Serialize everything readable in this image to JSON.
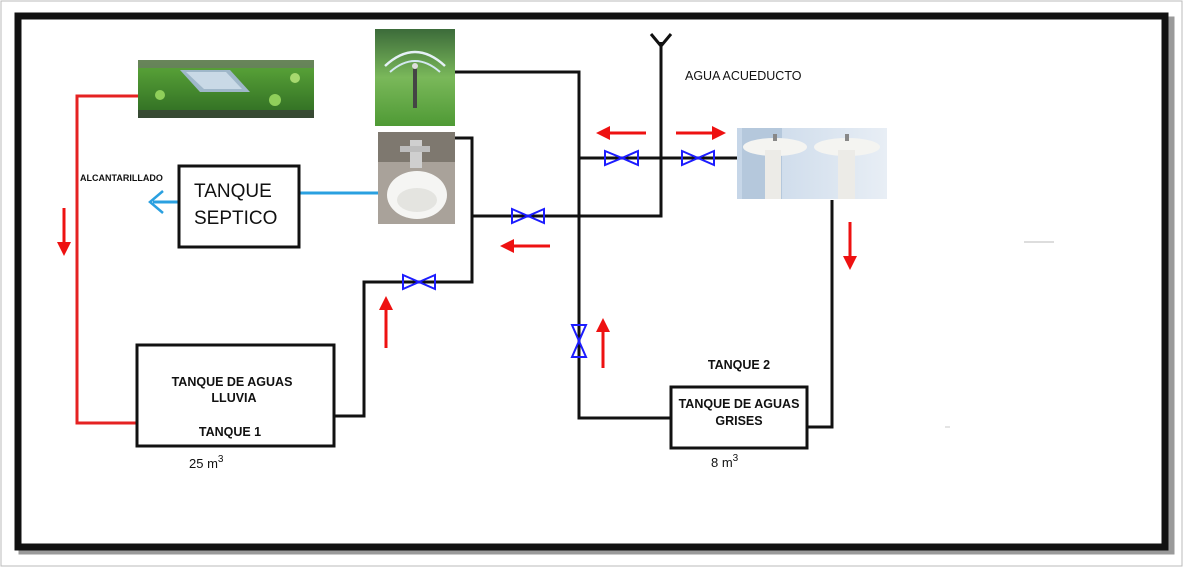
{
  "labels": {
    "agua_acueducto": "AGUA ACUEDUCTO",
    "alcantarillado": "ALCANTARILLADO",
    "septic_line1": "TANQUE",
    "septic_line2": "SEPTICO",
    "rain_line1": "TANQUE DE AGUAS",
    "rain_line2": "LLUVIA",
    "rain_name": "TANQUE 1",
    "rain_volume": "25 m",
    "rain_volume_sup": "3",
    "grey_name": "TANQUE 2",
    "grey_line1": "TANQUE DE AGUAS",
    "grey_line2": "GRISES",
    "grey_volume": "8 m",
    "grey_volume_sup": "3"
  },
  "colors": {
    "pipe": "#111111",
    "rain_pipe": "#e52222",
    "sewer_pipe": "#2aa0e0",
    "valve": "#1c1cff",
    "arrow": "#ee1111"
  }
}
